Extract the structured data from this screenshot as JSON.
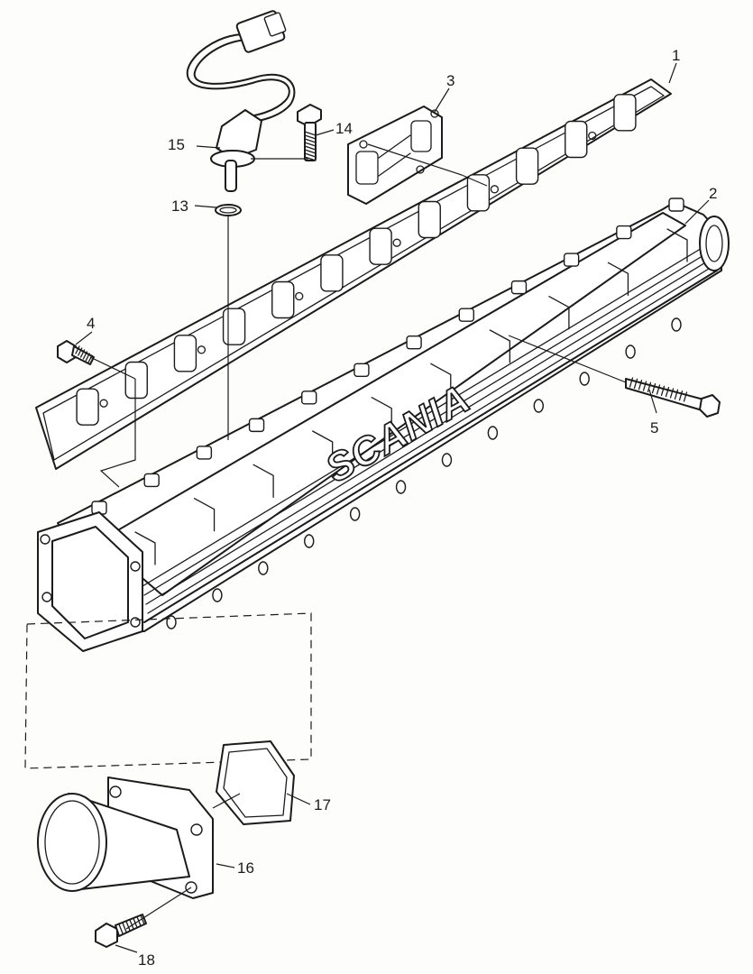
{
  "diagram": {
    "brand_logo": "SCANIA",
    "callouts": [
      {
        "id": "label-1",
        "text": "1"
      },
      {
        "id": "label-2",
        "text": "2"
      },
      {
        "id": "label-3",
        "text": "3"
      },
      {
        "id": "label-4",
        "text": "4"
      },
      {
        "id": "label-5",
        "text": "5"
      },
      {
        "id": "label-13",
        "text": "13"
      },
      {
        "id": "label-14",
        "text": "14"
      },
      {
        "id": "label-15",
        "text": "15"
      },
      {
        "id": "label-16",
        "text": "16"
      },
      {
        "id": "label-17",
        "text": "17"
      },
      {
        "id": "label-18",
        "text": "18"
      }
    ]
  }
}
